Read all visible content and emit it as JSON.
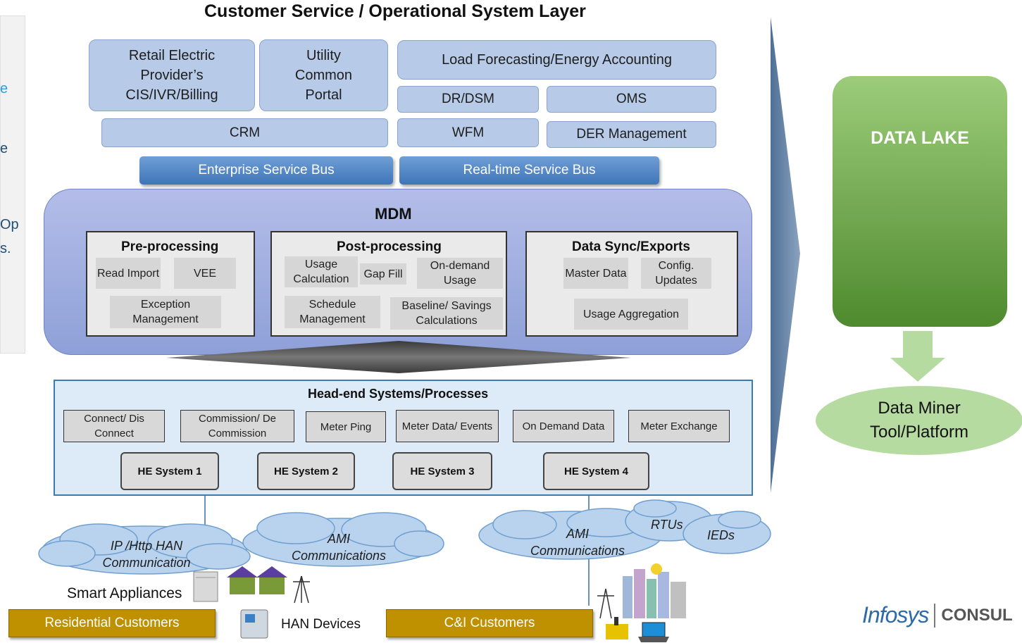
{
  "title": "Customer Service / Operational System Layer",
  "left_panel_fragments": [
    {
      "text": "e",
      "color": "#2aa0e0"
    },
    {
      "text": "e",
      "color": "#1f4e79"
    },
    {
      "text": "Op",
      "color": "#1f4e79"
    },
    {
      "text": "s.",
      "color": "#1f4e79"
    }
  ],
  "top_boxes": {
    "retail": "Retail Electric Provider’s CIS/IVR/Billing",
    "utility_portal": "Utility Common Portal",
    "load_forecasting": "Load Forecasting/Energy Accounting",
    "dr_dsm": "DR/DSM",
    "oms": "OMS",
    "crm": "CRM",
    "wfm": "WFM",
    "der": "DER Management"
  },
  "buses": {
    "enterprise": "Enterprise Service Bus",
    "realtime": "Real-time Service Bus"
  },
  "mdm": {
    "title": "MDM",
    "pre": {
      "title": "Pre-processing",
      "read_import": "Read Import",
      "vee": "VEE",
      "exception": "Exception Management"
    },
    "post": {
      "title": "Post-processing",
      "usage_calc": "Usage Calculation",
      "gap_fill": "Gap Fill",
      "on_demand": "On-demand Usage",
      "schedule": "Schedule Management",
      "baseline": "Baseline/ Savings Calculations"
    },
    "sync": {
      "title": "Data Sync/Exports",
      "master": "Master Data",
      "config": "Config. Updates",
      "usage_agg": "Usage Aggregation"
    }
  },
  "headend": {
    "title": "Head-end Systems/Processes",
    "items": [
      "Connect/ Dis Connect",
      "Commission/ De Commission",
      "Meter Ping",
      "Meter Data/ Events",
      "On Demand Data",
      "Meter Exchange"
    ],
    "systems": [
      "HE System 1",
      "HE System 2",
      "HE System 3",
      "HE System 4"
    ]
  },
  "clouds": {
    "ip_http": "IP /Http HAN Communication",
    "ami_left": "AMI Communications",
    "ami_right": "AMI Communications",
    "rtus": "RTUs",
    "ieds": "IEDs"
  },
  "bottom": {
    "smart_appliances": "Smart Appliances",
    "residential": "Residential Customers",
    "han_devices": "HAN Devices",
    "ci": "C&I Customers"
  },
  "right": {
    "data_lake": "DATA LAKE",
    "data_miner": "Data Miner Tool/Platform"
  },
  "logo": {
    "brand": "Infosys",
    "suffix": "CONSUL"
  },
  "colors": {
    "box_blue": "#b7cbe8",
    "bus_blue": "#3f74b8",
    "mdm_purple": "#8ea0d8",
    "data_lake_green": "#5f9e3a",
    "data_miner_green": "#b6dba0",
    "gold": "#bf9000",
    "cloud_blue": "#b9d3ee"
  }
}
